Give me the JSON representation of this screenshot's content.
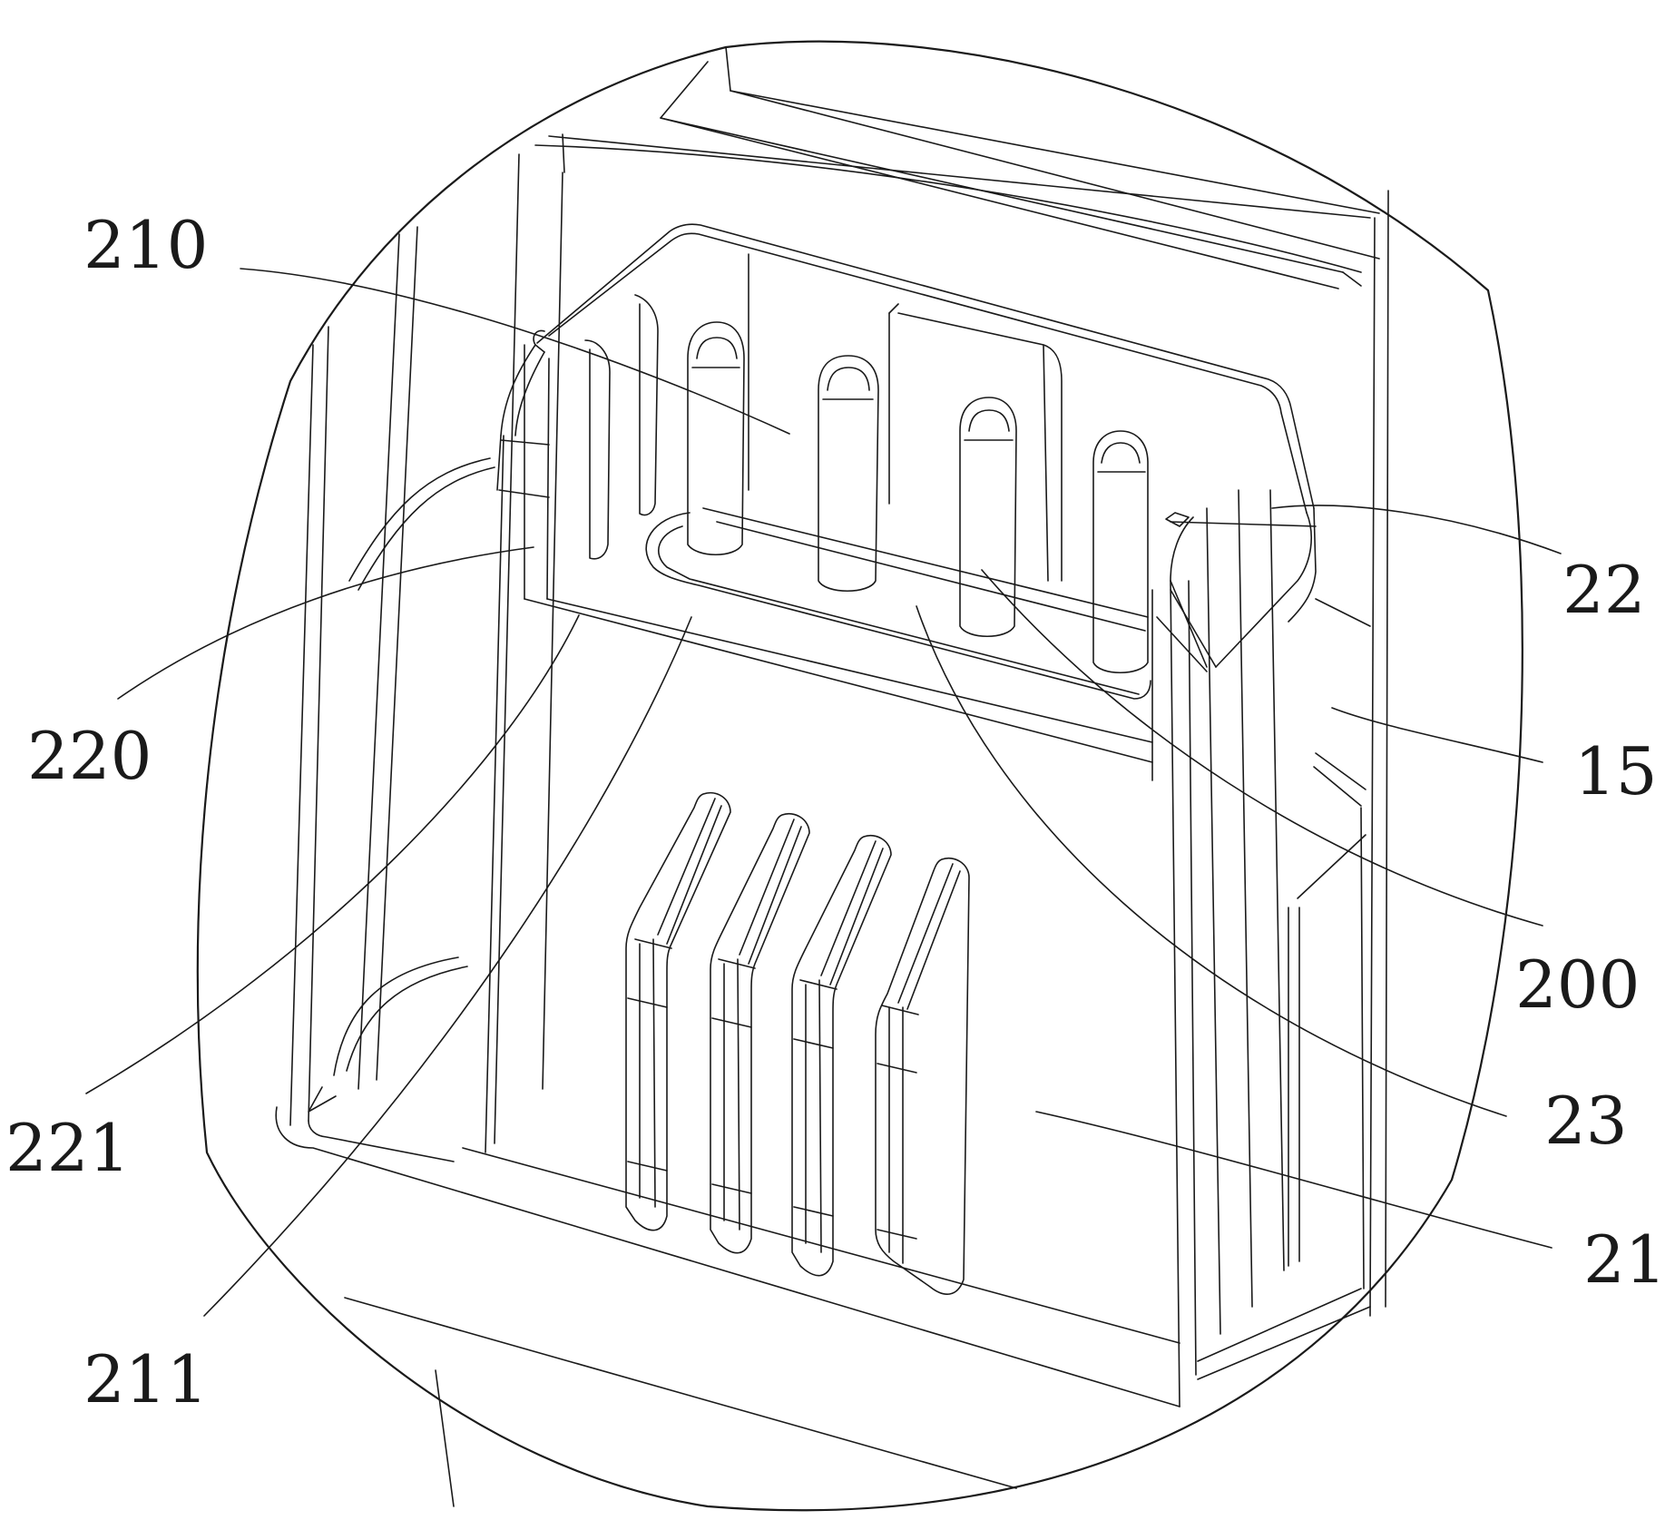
{
  "figure": {
    "labels": [
      {
        "id": "210",
        "text": "210"
      },
      {
        "id": "220",
        "text": "220"
      },
      {
        "id": "221",
        "text": "221"
      },
      {
        "id": "211",
        "text": "211"
      },
      {
        "id": "22",
        "text": "22"
      },
      {
        "id": "15",
        "text": "15"
      },
      {
        "id": "200",
        "text": "200"
      },
      {
        "id": "23",
        "text": "23"
      },
      {
        "id": "21",
        "text": "21"
      }
    ]
  }
}
